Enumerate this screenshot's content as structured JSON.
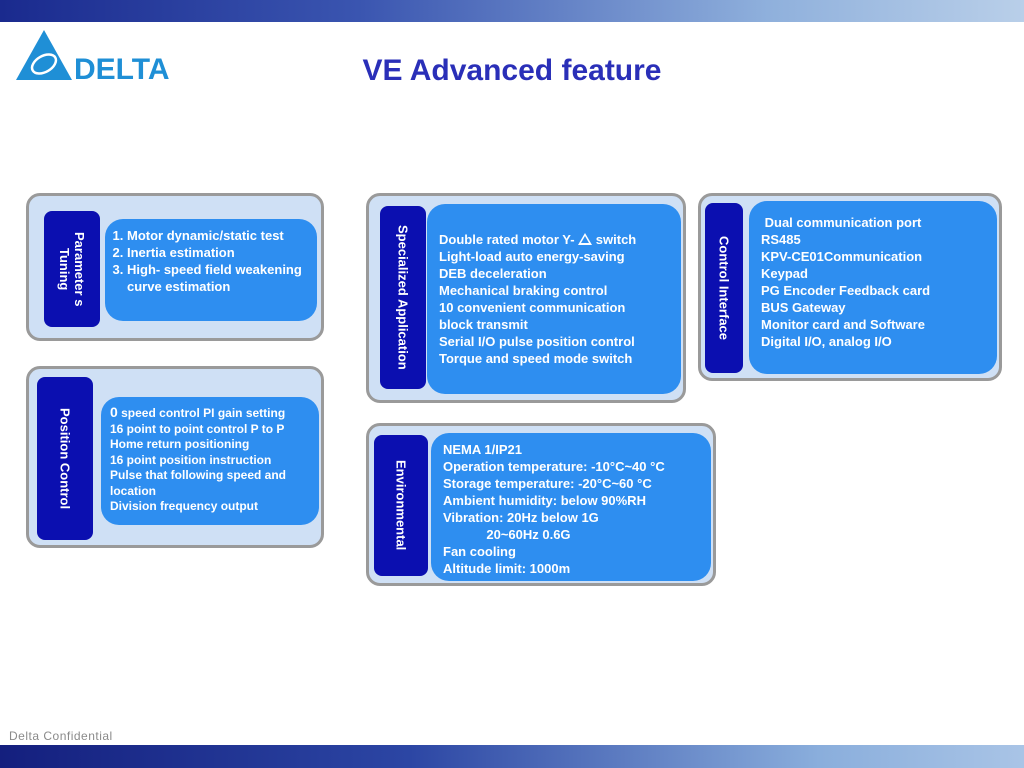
{
  "header": {
    "logo_text": "DELTA",
    "title": "VE Advanced feature"
  },
  "footer": {
    "text": "Delta Confidential"
  },
  "colors": {
    "title": "#2a2fb8",
    "tab": "#0b0fb0",
    "content": "#2e8ef0",
    "panel": "#cfe0f5",
    "logo": "#1f8fd6"
  },
  "panels": {
    "parameters": {
      "tab": "Parameter s\nTuning",
      "items": [
        "Motor dynamic/static test",
        "Inertia estimation",
        "High- speed field weakening curve estimation"
      ]
    },
    "position": {
      "tab": "Position Control",
      "first_digit": "0",
      "first_rest": " speed control PI gain setting",
      "lines": [
        "16 point to point control P to P",
        "Home return positioning",
        "16 point position instruction",
        "Pulse that following speed and",
        "location",
        "Division frequency output"
      ]
    },
    "specialized": {
      "tab": "Specialized Application",
      "first_line_pre": "Double rated motor Y- ",
      "first_line_post": " switch",
      "lines": [
        "Light-load auto energy-saving",
        "DEB deceleration",
        "Mechanical braking control",
        "10 convenient communication",
        "block transmit",
        "Serial I/O pulse position control",
        "Torque and speed mode switch"
      ]
    },
    "control": {
      "tab": "Control Interface",
      "lines": [
        " Dual communication port",
        "RS485",
        "KPV-CE01Communication",
        "Keypad",
        "PG Encoder Feedback card",
        "BUS Gateway",
        "Monitor card and Software",
        "Digital I/O, analog I/O"
      ]
    },
    "environmental": {
      "tab": "Environmental",
      "lines": [
        "NEMA 1/IP21",
        "Operation temperature: -10°C~40 °C",
        "Storage temperature: -20°C~60 °C",
        "Ambient humidity: below 90%RH",
        "Vibration: 20Hz below 1G",
        "            20~60Hz 0.6G",
        "Fan cooling",
        "Altitude limit: 1000m"
      ]
    }
  }
}
